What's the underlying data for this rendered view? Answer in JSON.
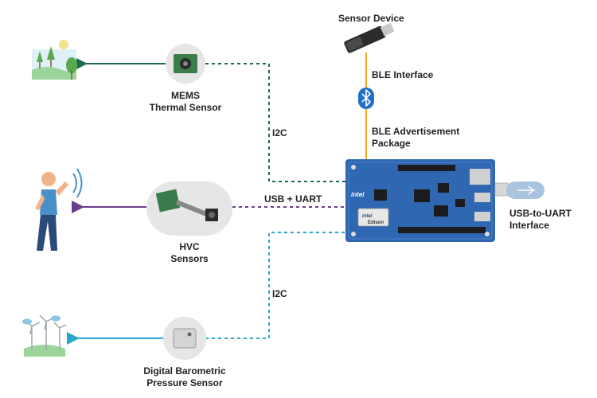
{
  "labels": {
    "sensor_device": "Sensor Device",
    "ble_interface": "BLE Interface",
    "ble_adv_line1": "BLE Advertisement",
    "ble_adv_line2": "Package",
    "mems_line1": "MEMS",
    "mems_line2": "Thermal Sensor",
    "i2c_top": "I2C",
    "usb_uart": "USB + UART",
    "hvc_line1": "HVC",
    "hvc_line2": "Sensors",
    "i2c_bottom": "I2C",
    "baro_line1": "Digital Barometric",
    "baro_line2": "Pressure Sensor",
    "usb_uart_iface_line1": "USB-to-UART",
    "usb_uart_iface_line2": "Interface",
    "board_brand": "intel",
    "chip_brand": "intel",
    "chip_name": "Edison"
  },
  "colors": {
    "thermal_link": "#1e6b4a",
    "hvc_link": "#6a3d8f",
    "pressure_link": "#2aa7c9",
    "ble_link": "#f5a623",
    "board": "#2f67b3",
    "bluetooth": "#1f6fc6"
  }
}
